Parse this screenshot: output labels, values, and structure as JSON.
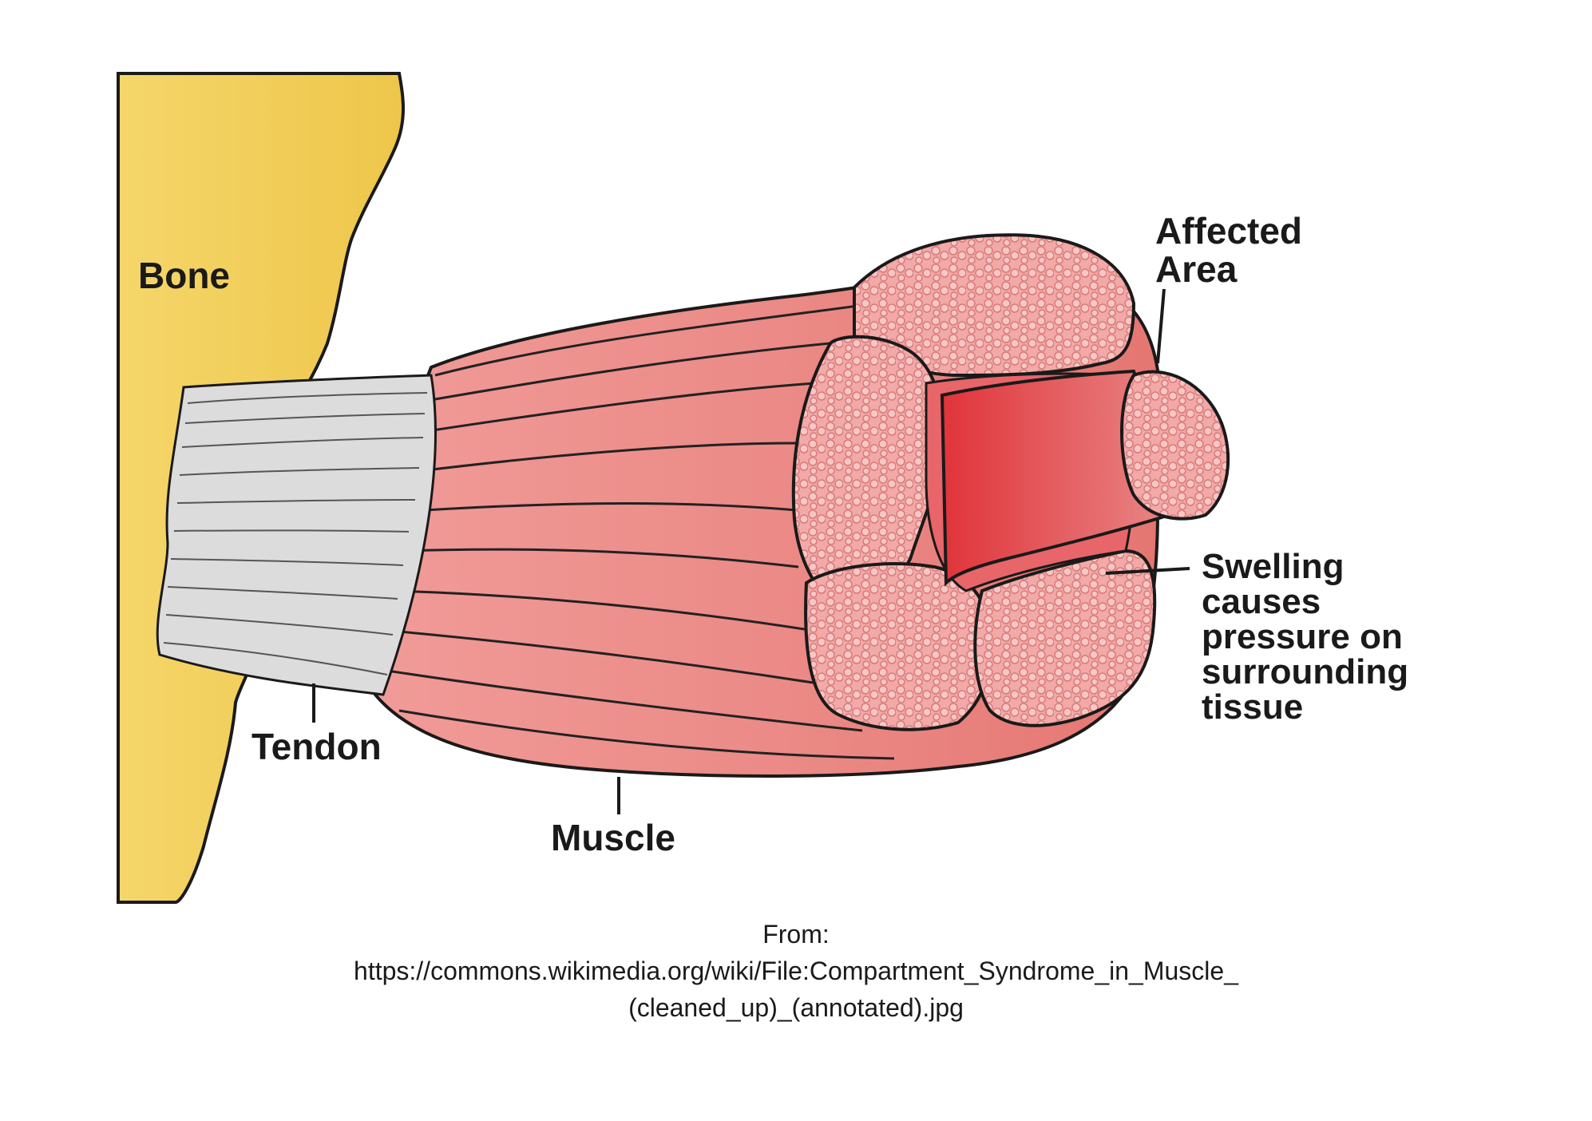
{
  "labels": {
    "bone": "Bone",
    "affected_line1": "Affected",
    "affected_line2": "Area",
    "swelling_line1": "Swelling",
    "swelling_line2": "causes",
    "swelling_line3": "pressure on",
    "swelling_line4": "surrounding",
    "swelling_line5": "tissue",
    "tendon": "Tendon",
    "muscle": "Muscle"
  },
  "caption": {
    "line1": "From:",
    "line2": "https://commons.wikimedia.org/wiki/File:Compartment_Syndrome_in_Muscle_",
    "line3": "(cleaned_up)_(annotated).jpg"
  },
  "colors": {
    "bone": "#f2cf5a",
    "muscle": "#e98a8a",
    "muscle_dark": "#d9534f",
    "tendon": "#d9d9d9",
    "outline": "#1a1a1a"
  }
}
